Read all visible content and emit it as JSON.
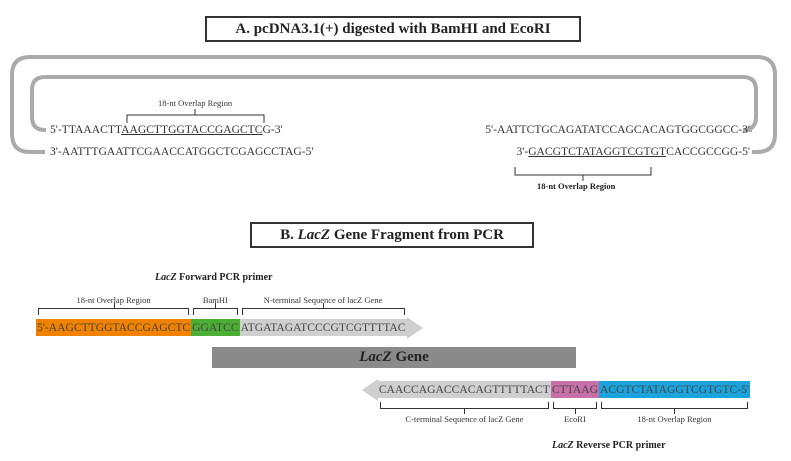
{
  "section_a": {
    "title": "A. pcDNA3.1(+) digested with BamHI and EcoRI",
    "left": {
      "overlap_label": "18-nt Overlap Region",
      "top_pre": "5'-TTAAACTT",
      "top_overlap": "AAGCTTGGTACCGAGCTC",
      "top_post": "G-3'",
      "bottom": "3'-AATTTGAATTCGAACCATGGCTCGAGCCTAG-5'"
    },
    "right": {
      "top": "5'-AATTCTGCAGATATCCAGCACAGTGGCGGCC-3'",
      "bottom_pre": "3'-",
      "bottom_overlap": "GACGTCTATAGGTCGTGT",
      "bottom_post": "CACCGCCGG-5'",
      "overlap_label": "18-nt Overlap Region"
    }
  },
  "section_b": {
    "title_pre": "B. ",
    "title_italic": "LacZ",
    "title_post": " Gene Fragment from PCR",
    "forward": {
      "label_italic": "LacZ",
      "label_rest": " Forward PCR primer",
      "overlap_label": "18-nt Overlap Region",
      "site_label": "BamHI",
      "gene_label": "N-terminal Sequence of lacZ Gene",
      "overlap_seq": "5'-AAGCTTGGTACCGAGCTC",
      "site_seq": "GGATCC",
      "gene_seq": "ATGATAGATCCCGTCGTTTTAC"
    },
    "gene_bar": {
      "italic": "LacZ",
      "rest": " Gene"
    },
    "reverse": {
      "label_italic": "LacZ",
      "label_rest": " Reverse PCR primer",
      "gene_label": "C-terminal Sequence of lacZ Gene",
      "site_label": "EcoRI",
      "overlap_label": "18-nt Overlap Region",
      "gene_seq": "CAACCAGACCACAGTTTTTACT",
      "site_seq": "CTTAAG",
      "overlap_seq": "ACGTCTATAGGTCGTGTC-5'"
    }
  },
  "colors": {
    "orange": "#f08200",
    "green": "#4caf35",
    "gray": "#cfcfcf",
    "dark": "#8a8a8a",
    "pink": "#c86fa8",
    "blue": "#1aa3dc"
  }
}
